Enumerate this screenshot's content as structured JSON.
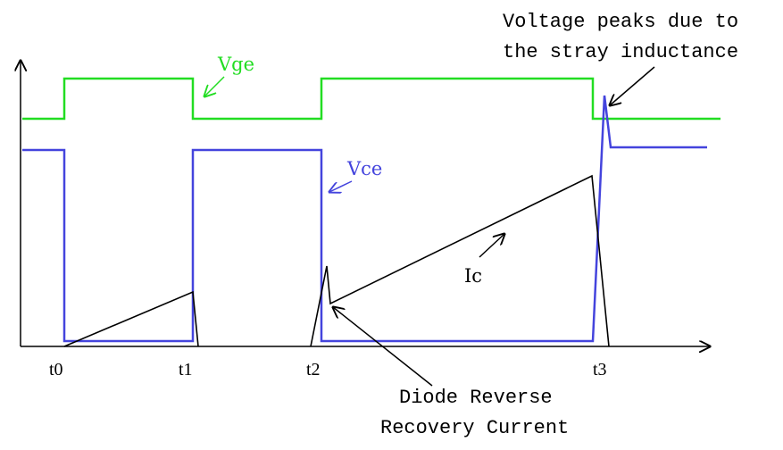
{
  "signals": {
    "vge": {
      "label": "Vge",
      "color": "#22dd22"
    },
    "vce": {
      "label": "Vce",
      "color": "#4444dd"
    },
    "ic": {
      "label": "Ic",
      "color": "#000000"
    }
  },
  "time_markers": [
    "t0",
    "t1",
    "t2",
    "t3"
  ],
  "annotations": {
    "voltage_peak": {
      "line1": "Voltage peaks due to",
      "line2": "the stray inductance"
    },
    "diode_recovery": {
      "line1": "Diode Reverse",
      "line2": "Recovery Current"
    }
  },
  "axis_color": "#000000"
}
